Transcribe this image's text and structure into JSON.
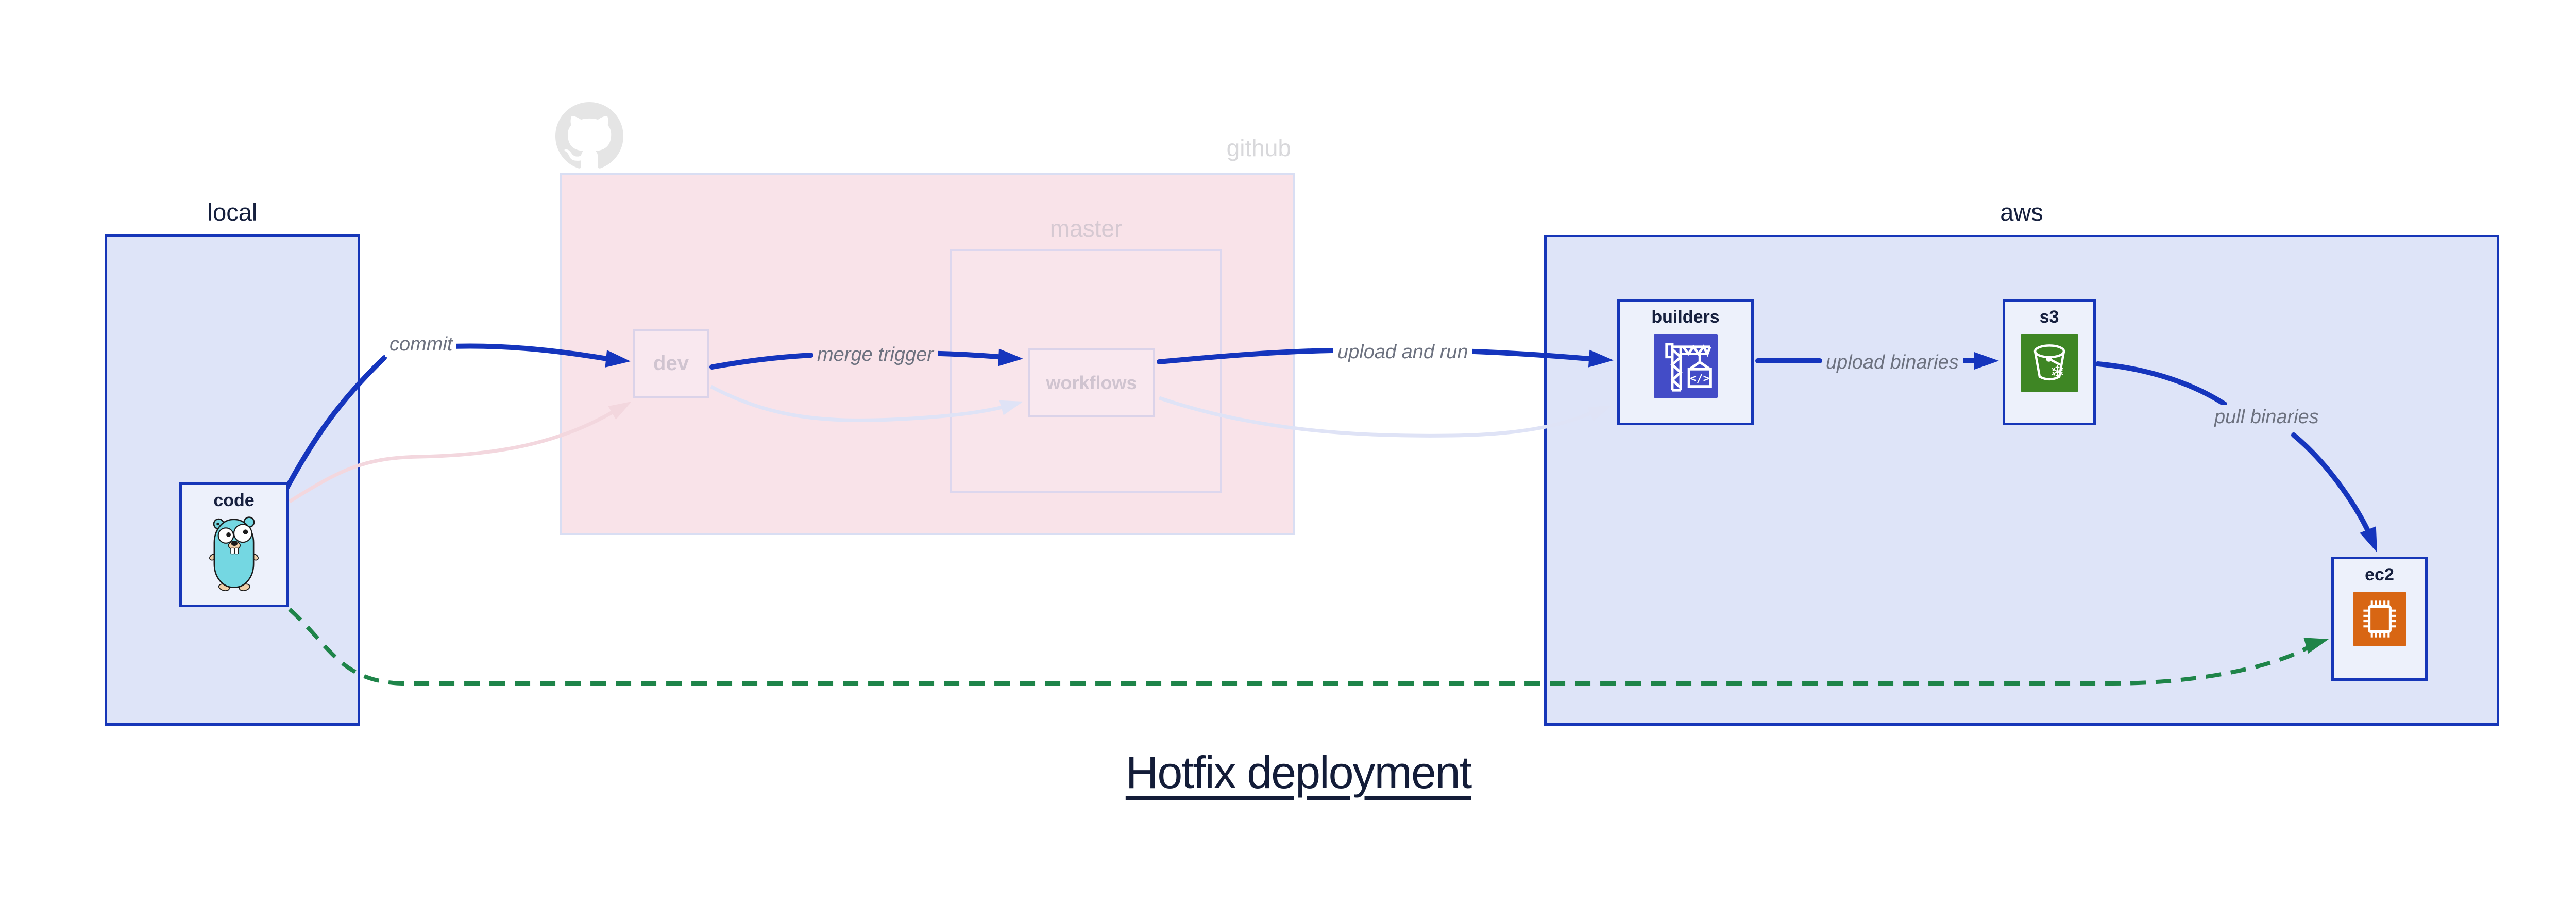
{
  "diagram_title": "Hotfix deployment",
  "groups": {
    "local": {
      "label": "local"
    },
    "github": {
      "label": "github"
    },
    "master": {
      "label": "master"
    },
    "aws": {
      "label": "aws"
    }
  },
  "nodes": {
    "code": {
      "label": "code",
      "icon": "go-gopher-icon"
    },
    "dev": {
      "label": "dev"
    },
    "workflows": {
      "label": "workflows"
    },
    "builders": {
      "label": "builders",
      "icon": "codebuild-crane-icon",
      "icon_color": "#434cc7"
    },
    "s3": {
      "label": "s3",
      "icon": "s3-glacier-bucket-icon",
      "icon_color": "#3e8624"
    },
    "ec2": {
      "label": "ec2",
      "icon": "ec2-chip-icon",
      "icon_color": "#d86613"
    }
  },
  "edges": {
    "commit": {
      "label": "commit",
      "from": "code",
      "to": "dev",
      "style": "solid-blue"
    },
    "merge_trigger": {
      "label": "merge trigger",
      "from": "dev",
      "to": "workflows",
      "style": "solid-blue"
    },
    "upload_and_run": {
      "label": "upload and run",
      "from": "workflows",
      "to": "builders",
      "style": "solid-blue"
    },
    "upload_binaries": {
      "label": "upload binaries",
      "from": "builders",
      "to": "s3",
      "style": "solid-blue"
    },
    "pull_binaries": {
      "label": "pull binaries",
      "from": "s3",
      "to": "ec2",
      "style": "solid-blue"
    },
    "hotfix_direct": {
      "label": "",
      "from": "code",
      "to": "ec2",
      "style": "dashed-green"
    },
    "faded_code_dev": {
      "label": "",
      "from": "code",
      "to": "dev",
      "style": "faded-pink"
    },
    "faded_dev_workflows": {
      "label": "",
      "from": "dev",
      "to": "workflows",
      "style": "faded-lavender"
    },
    "faded_workflows_build": {
      "label": "",
      "from": "workflows",
      "to": "builders",
      "style": "faded-lavender"
    }
  },
  "colors": {
    "active_border_blue": "#1636b8",
    "edge_blue": "#1535bd",
    "hotfix_green": "#1e8449",
    "group_fill_lavender": "#dee4f8",
    "node_fill": "#edf1fb",
    "github_fill_pink": "#f9e3e9",
    "faded_border": "#dbd3e9",
    "edge_label_gray": "#6d7280",
    "codebuild_indigo": "#434cc7",
    "s3_green": "#3e8624",
    "ec2_orange": "#d86613",
    "gopher_teal": "#74d7e2"
  }
}
